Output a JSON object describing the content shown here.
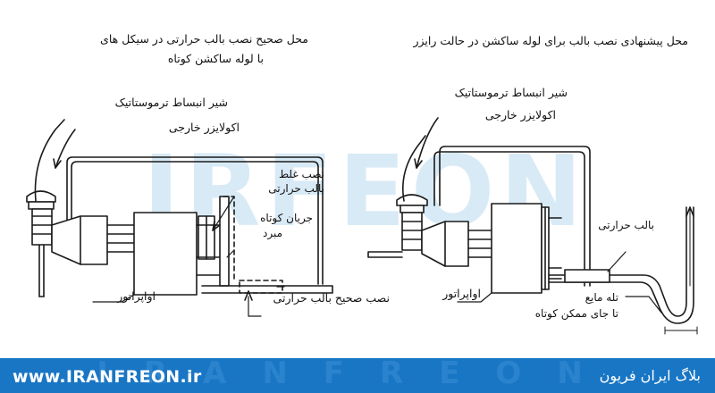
{
  "watermark_text": "IRFEON",
  "left_diagram": {
    "title_line1": "محل صحیح نصب بالب حرارتی در سیکل های",
    "title_line2": "با لوله ساکشن کوتاه",
    "label_txv": "شیر انبساط ترموستاتیک",
    "label_equalizer": "اکولایزر خارجی",
    "label_wrong_bulb_1": "نصب غلط",
    "label_wrong_bulb_2": "بالب حرارتی",
    "label_short_flow_1": "جریان کوتاه",
    "label_short_flow_2": "مبرد",
    "label_evaporator": "اواپراتور",
    "label_correct_bulb": "نصب صحیح بالب حرارتی"
  },
  "right_diagram": {
    "title": "محل پیشنهادی نصب بالب برای لوله ساکشن در حالت رایزر",
    "label_txv": "شیر انبساط ترموستاتیک",
    "label_equalizer": "اکولایزر خارجی",
    "label_bulb": "بالب حرارتی",
    "label_evaporator": "اواپراتور",
    "label_trap_1": "تله مایع",
    "label_trap_2": "تا جای ممکن کوتاه"
  },
  "footer": {
    "url": "www.IRANFREON.ir",
    "blog": "بلاگ ایران فریون",
    "watermark": "IRANFREON"
  },
  "colors": {
    "footer_bg": "#1976c4",
    "line": "#1a1a1a",
    "watermark": "#b9d9ef"
  }
}
